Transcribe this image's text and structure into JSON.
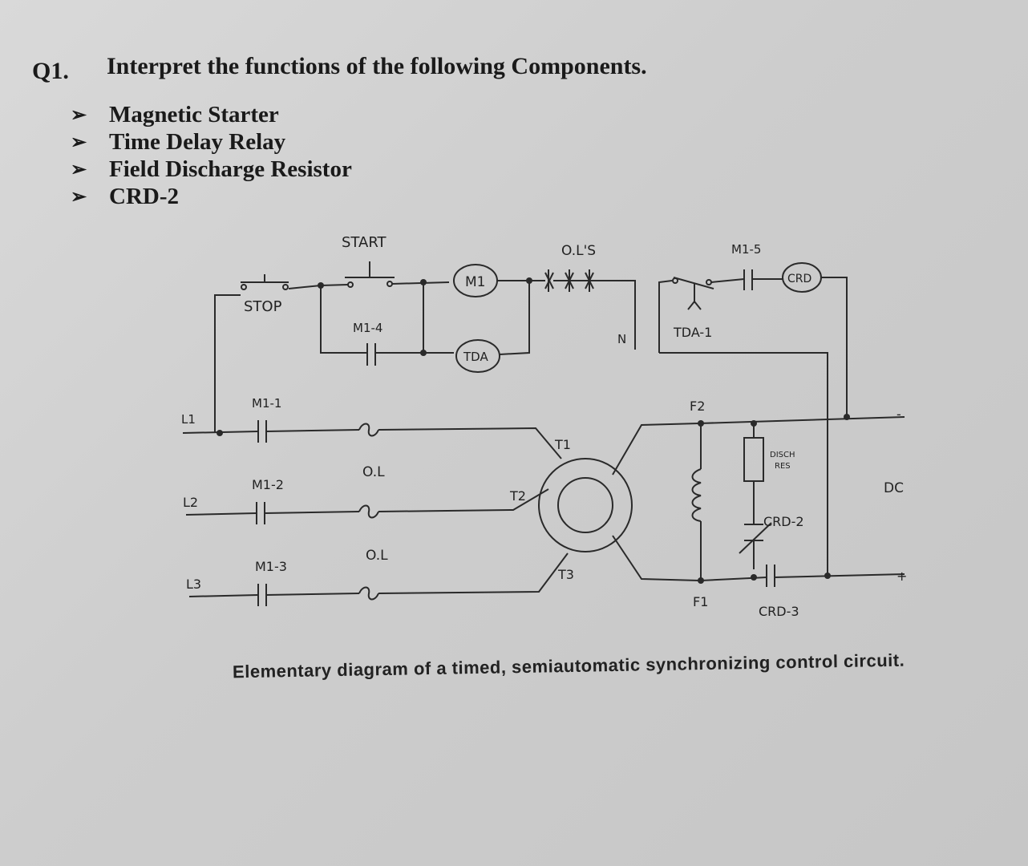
{
  "question": {
    "number": "Q1.",
    "text": "Interpret the functions of the following Components.",
    "items": [
      "Magnetic Starter",
      "Time Delay Relay",
      "Field Discharge Resistor",
      "CRD-2"
    ]
  },
  "diagram": {
    "labels": {
      "start": "START",
      "stop": "STOP",
      "m1_4": "M1-4",
      "m1": "M1",
      "tda": "TDA",
      "ols": "O.L'S",
      "n": "N",
      "tda_1": "TDA-1",
      "m1_5": "M1-5",
      "crd": "CRD",
      "l1": "L1",
      "l2": "L2",
      "l3": "L3",
      "m1_1": "M1-1",
      "m1_2": "M1-2",
      "m1_3": "M1-3",
      "ol1": "O.L",
      "ol2": "O.L",
      "t1": "T1",
      "t2": "T2",
      "t3": "T3",
      "f2": "F2",
      "f1": "F1",
      "disch": "DISCH",
      "res": "RES",
      "crd_2": "CRD-2",
      "crd_3": "CRD-3",
      "dc": "DC",
      "minus": "-",
      "plus": "+"
    },
    "caption": "Elementary diagram of a timed, semiautomatic synchronizing control circuit."
  }
}
